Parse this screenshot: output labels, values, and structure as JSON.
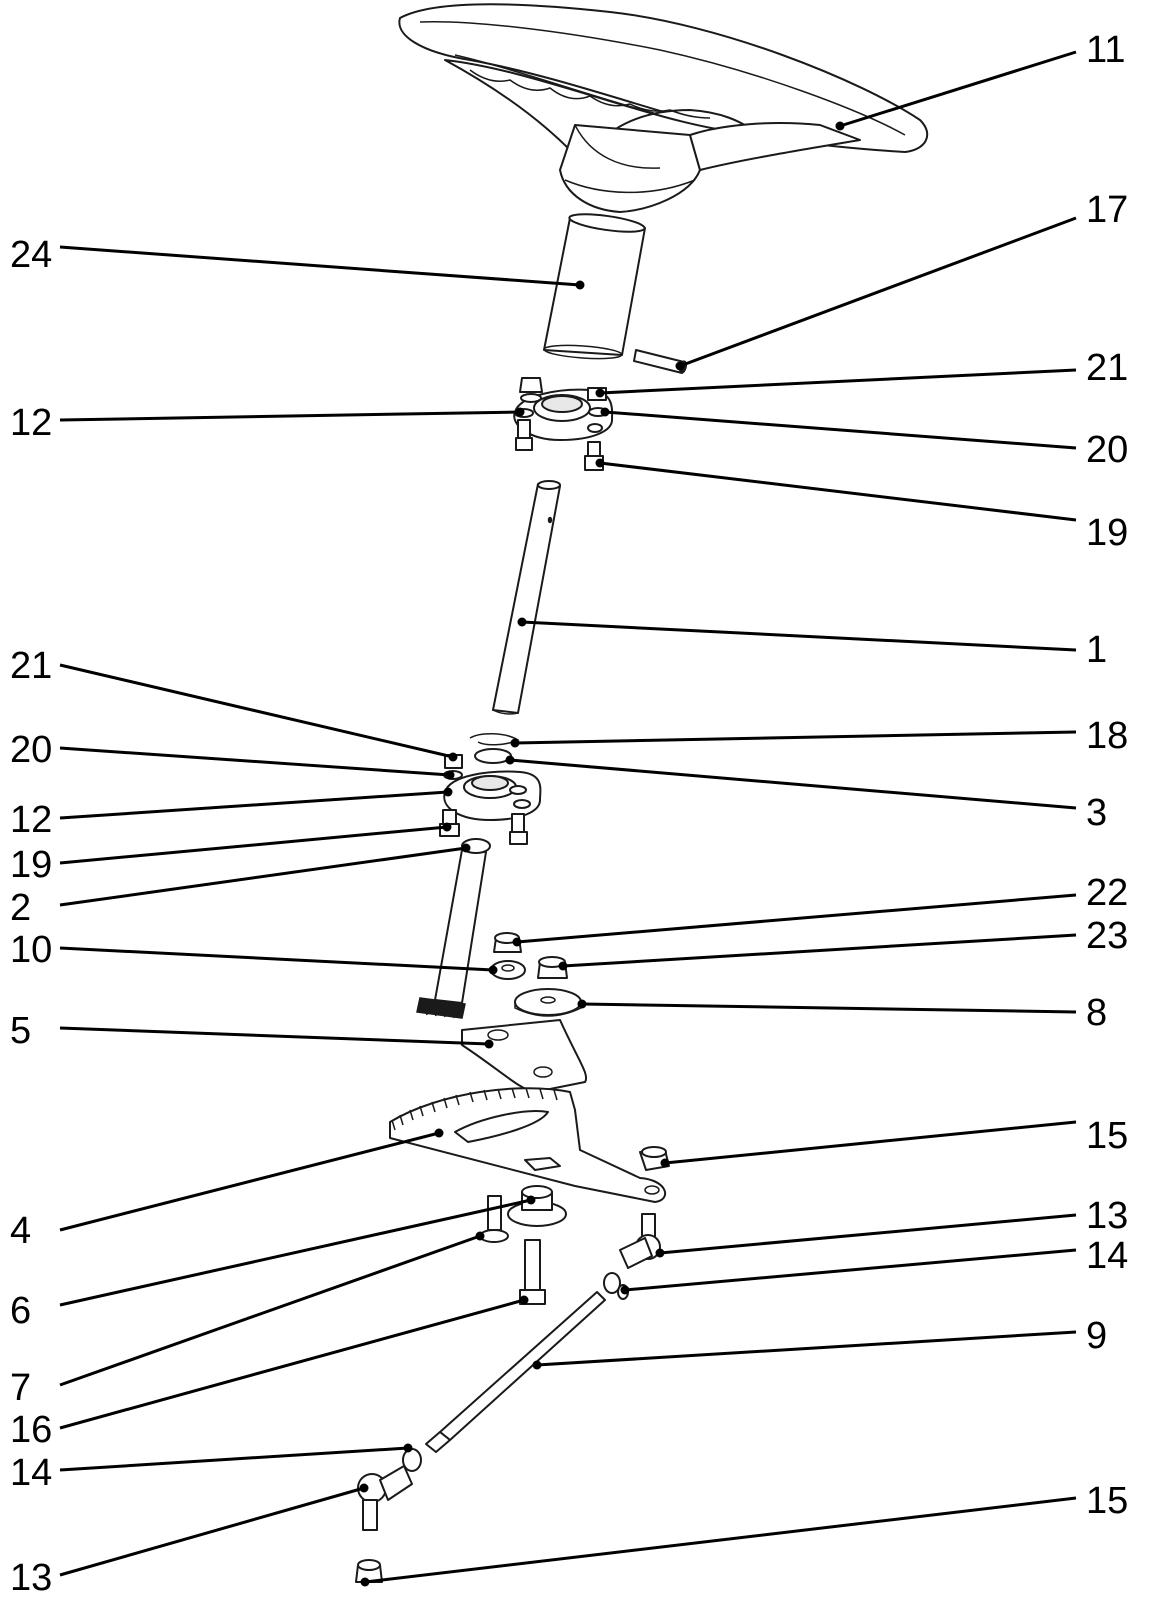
{
  "diagram": {
    "callouts": [
      {
        "id": "c11a",
        "label": "11"
      },
      {
        "id": "c24a",
        "label": "24"
      },
      {
        "id": "c17a",
        "label": "17"
      },
      {
        "id": "c21a",
        "label": "21"
      },
      {
        "id": "c12a",
        "label": "12"
      },
      {
        "id": "c20a",
        "label": "20"
      },
      {
        "id": "c19a",
        "label": "19"
      },
      {
        "id": "c1a",
        "label": "1"
      },
      {
        "id": "c21b",
        "label": "21"
      },
      {
        "id": "c18a",
        "label": "18"
      },
      {
        "id": "c20b",
        "label": "20"
      },
      {
        "id": "c3a",
        "label": "3"
      },
      {
        "id": "c12b",
        "label": "12"
      },
      {
        "id": "c19b",
        "label": "19"
      },
      {
        "id": "c2a",
        "label": "2"
      },
      {
        "id": "c22a",
        "label": "22"
      },
      {
        "id": "c10a",
        "label": "10"
      },
      {
        "id": "c23a",
        "label": "23"
      },
      {
        "id": "c5a",
        "label": "5"
      },
      {
        "id": "c8a",
        "label": "8"
      },
      {
        "id": "c15a",
        "label": "15"
      },
      {
        "id": "c4a",
        "label": "4"
      },
      {
        "id": "c13a",
        "label": "13"
      },
      {
        "id": "c14a",
        "label": "14"
      },
      {
        "id": "c6a",
        "label": "6"
      },
      {
        "id": "c9a",
        "label": "9"
      },
      {
        "id": "c7a",
        "label": "7"
      },
      {
        "id": "c16a",
        "label": "16"
      },
      {
        "id": "c14b",
        "label": "14"
      },
      {
        "id": "c15b",
        "label": "15"
      },
      {
        "id": "c13b",
        "label": "13"
      }
    ]
  }
}
